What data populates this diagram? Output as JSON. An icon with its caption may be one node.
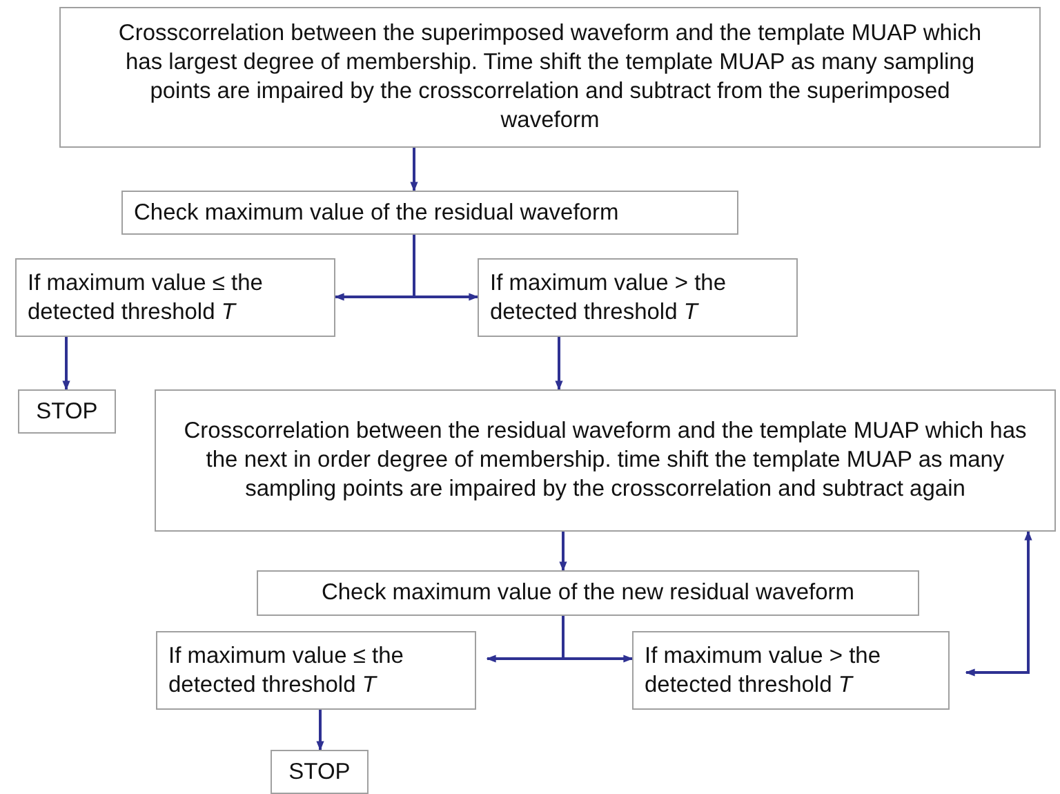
{
  "diagram": {
    "nodes": [
      {
        "text": [
          "Crosscorrelation between the superimposed waveform and the template MUAP which has largest degree of membership. Time shift the template MUAP as many sampling points are impaired by the crosscorrelation and subtract from the superimposed waveform"
        ]
      },
      {
        "text": [
          "Check maximum value of the residual waveform"
        ]
      },
      {
        "text": [
          "If maximum value ≤ the detected threshold *T*"
        ]
      },
      {
        "text": [
          "If maximum value > the detected threshold *T*"
        ]
      },
      {
        "text": [
          "STOP"
        ]
      },
      {
        "text": [
          "Crosscorrelation between the residual waveform and the template MUAP which has the next in order degree of membership. time shift the template MUAP as many sampling points are impaired by the crosscorrelation and subtract again"
        ]
      },
      {
        "text": [
          "Check maximum value of the new residual waveform"
        ]
      },
      {
        "text": [
          "If maximum value ≤ the detected threshold *T*"
        ]
      },
      {
        "text": [
          "If maximum value > the detected threshold *T*"
        ]
      },
      {
        "text": [
          "STOP"
        ]
      }
    ],
    "edges": [
      {
        "from": 0,
        "to": 1,
        "arrow": "to"
      },
      {
        "from": 1,
        "to": 2,
        "arrow": "to"
      },
      {
        "from": 1,
        "to": 3,
        "arrow": "to"
      },
      {
        "from": 2,
        "to": 4,
        "arrow": "to"
      },
      {
        "from": 3,
        "to": 5,
        "arrow": "to"
      },
      {
        "from": 5,
        "to": 6,
        "arrow": "to"
      },
      {
        "from": 6,
        "to": 7,
        "arrow": "to"
      },
      {
        "from": 6,
        "to": 8,
        "arrow": "to"
      },
      {
        "from": 8,
        "to": 5,
        "arrow": "both"
      },
      {
        "from": 7,
        "to": 9,
        "arrow": "to"
      }
    ]
  }
}
